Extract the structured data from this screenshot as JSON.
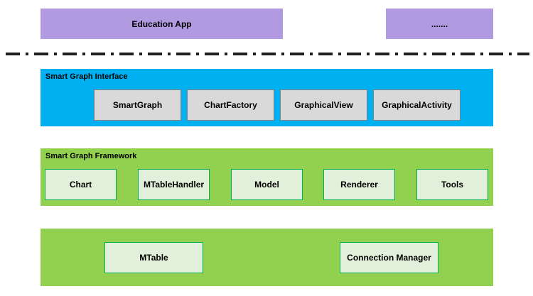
{
  "apps": {
    "education_app": "Education App",
    "more": "......."
  },
  "interface_layer": {
    "title": "Smart Graph Interface",
    "items": [
      "SmartGraph",
      "ChartFactory",
      "GraphicalView",
      "GraphicalActivity"
    ]
  },
  "framework_layer": {
    "title": "Smart Graph Framework",
    "items": [
      "Chart",
      "MTableHandler",
      "Model",
      "Renderer",
      "Tools"
    ]
  },
  "base_layer": {
    "items": [
      "MTable",
      "Connection Manager"
    ]
  },
  "colors": {
    "app": "#b19ae0",
    "interface": "#00b0f0",
    "framework": "#92d050",
    "grey_box": "#d9d9d9",
    "green_box": "#e2efda",
    "green_border": "#00b050"
  }
}
